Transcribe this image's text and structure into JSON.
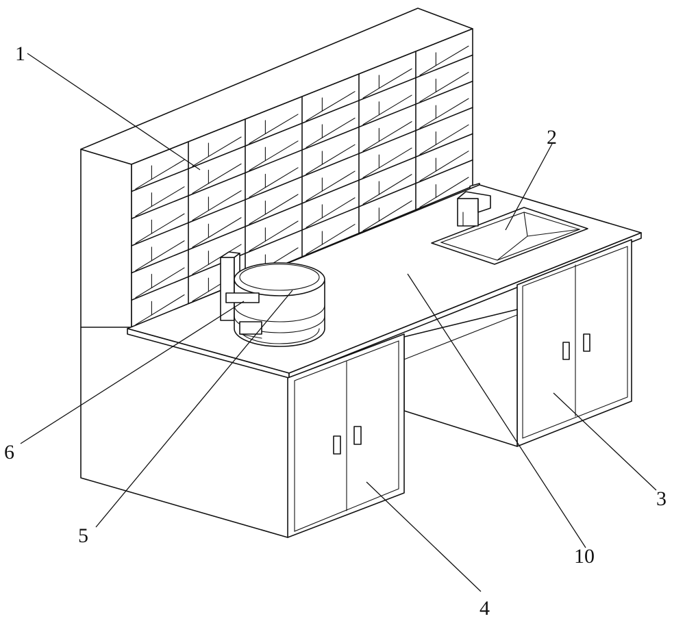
{
  "labels": [
    {
      "id": "1",
      "text": "1"
    },
    {
      "id": "2",
      "text": "2"
    },
    {
      "id": "3",
      "text": "3"
    },
    {
      "id": "4",
      "text": "4"
    },
    {
      "id": "5",
      "text": "5"
    },
    {
      "id": "6",
      "text": "6"
    },
    {
      "id": "10",
      "text": "10"
    }
  ],
  "colors": {
    "line": "#111111",
    "background": "#ffffff"
  }
}
